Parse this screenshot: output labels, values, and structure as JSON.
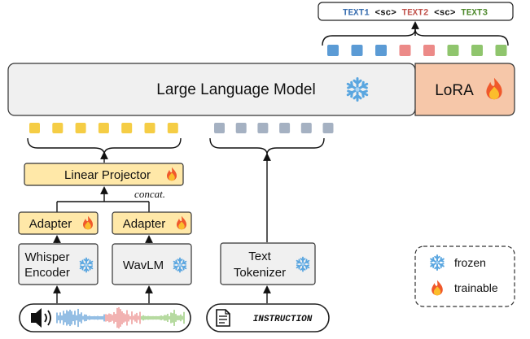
{
  "output_text": {
    "segments": [
      {
        "text": "TEXT1",
        "color": "#3a6fb0"
      },
      {
        "text": "<sc>",
        "color": "#111111"
      },
      {
        "text": "TEXT2",
        "color": "#c2554f"
      },
      {
        "text": "<sc>",
        "color": "#111111"
      },
      {
        "text": "TEXT3",
        "color": "#4f8a2e"
      }
    ]
  },
  "output_tokens": [
    "#5b9bd5",
    "#5b9bd5",
    "#5b9bd5",
    "#ec8a88",
    "#ec8a88",
    "#8fc56d",
    "#8fc56d",
    "#8fc56d"
  ],
  "llm": {
    "label": "Large Language Model",
    "icon": "snowflake-icon"
  },
  "lora": {
    "label": "LoRA",
    "icon": "fire-icon"
  },
  "speech_token_color": "#f5cd45",
  "speech_token_count": 7,
  "text_token_color": "#a5b1c2",
  "text_token_count": 6,
  "projector": {
    "label": "Linear Projector",
    "icon": "fire-icon"
  },
  "concat_label": "concat.",
  "adapters": [
    {
      "label": "Adapter",
      "icon": "fire-icon"
    },
    {
      "label": "Adapter",
      "icon": "fire-icon"
    }
  ],
  "encoders": [
    {
      "line1": "Whisper",
      "line2": "Encoder",
      "icon": "snowflake-icon"
    },
    {
      "line1": "WavLM",
      "line2": "",
      "icon": "snowflake-icon"
    }
  ],
  "tokenizer": {
    "line1": "Text",
    "line2": "Tokenizer",
    "icon": "snowflake-icon"
  },
  "instruction_label": "INSTRUCTION",
  "legend": {
    "frozen": "frozen",
    "trainable": "trainable"
  },
  "colors": {
    "llm_fill": "#f0f0f0",
    "lora_fill": "#f6c7a9",
    "module_fill": "#ffe8a8",
    "encoder_fill": "#f0f0f0"
  }
}
